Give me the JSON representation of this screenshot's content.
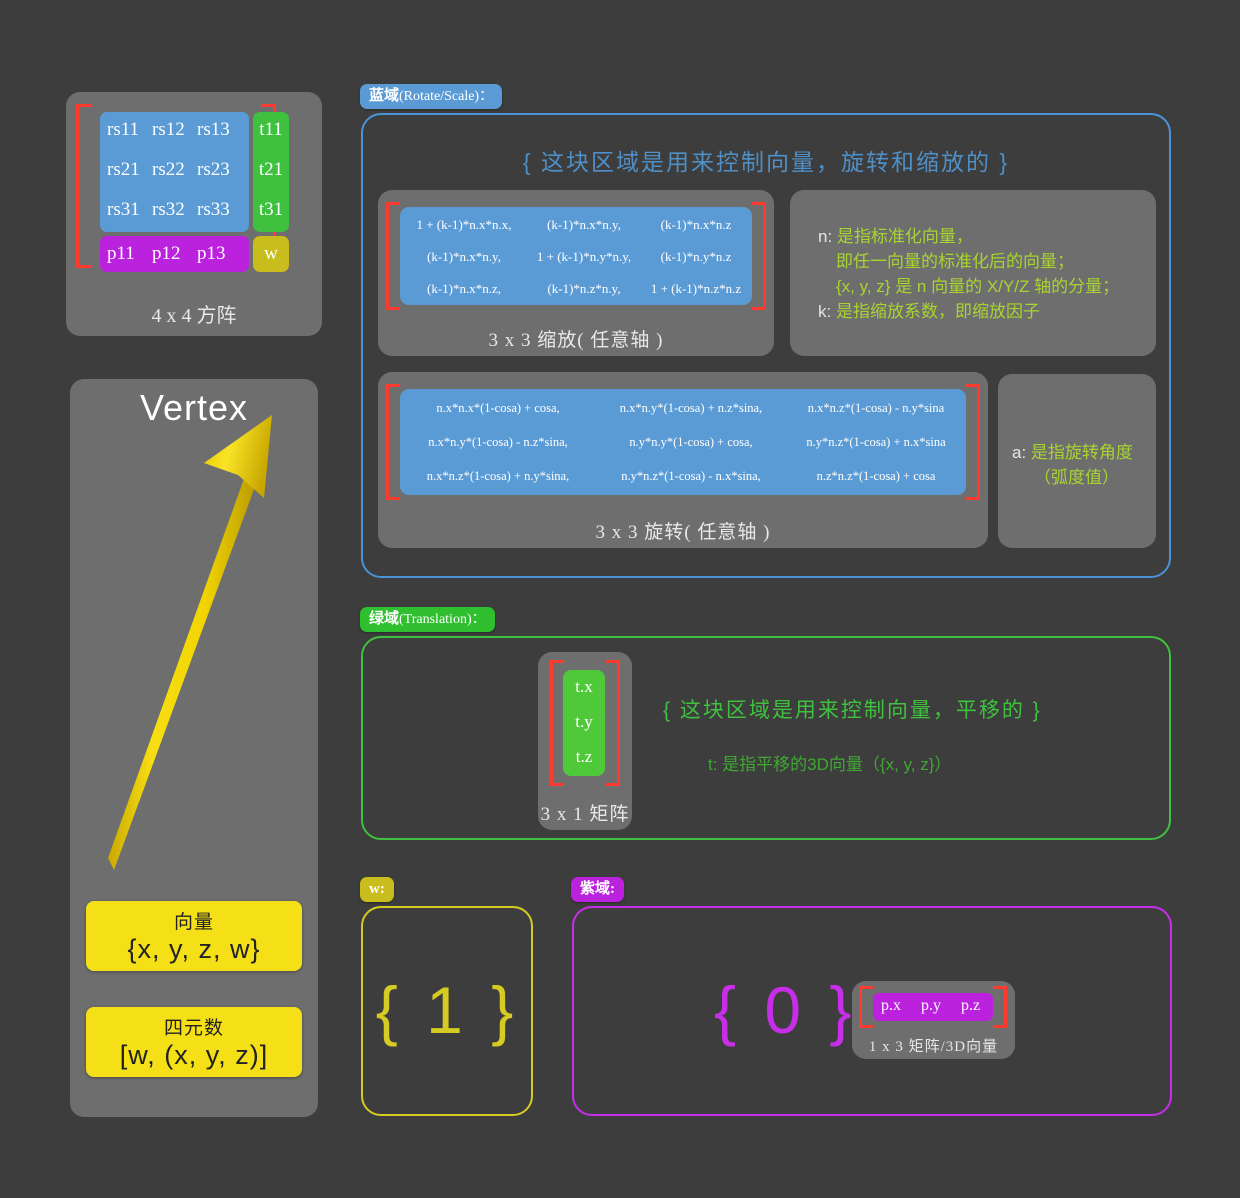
{
  "colors": {
    "background": "#3d3d3d",
    "panel": "#6e6e6e",
    "blue": "#5b9bd5",
    "green": "#3fc13f",
    "purple": "#bb22dd",
    "olive": "#c9bd1e",
    "yellow": "#f5e017",
    "bracket_red": "#ff3b30",
    "legend_text": "#a8d432"
  },
  "matrix44": {
    "rs": [
      "rs11",
      "rs12",
      "rs13",
      "rs21",
      "rs22",
      "rs23",
      "rs31",
      "rs32",
      "rs33"
    ],
    "t": [
      "t11",
      "t21",
      "t31"
    ],
    "p": [
      "p11",
      "p12",
      "p13"
    ],
    "w": "w",
    "caption": "4 x 4 方阵"
  },
  "vertex": {
    "title": "Vertex",
    "boxes": [
      {
        "label": "向量",
        "value": "{x, y, z, w}"
      },
      {
        "label": "四元数",
        "value": "[w, (x, y, z)]"
      }
    ]
  },
  "blue_region": {
    "tag_cn": "蓝域",
    "tag_en": "(Rotate/Scale)：",
    "headline": "{ 这块区域是用来控制向量，旋转和缩放的 }",
    "scale_matrix": {
      "caption": "3 x 3 缩放( 任意轴 )",
      "rows": [
        [
          "1 + (k-1)*n.x*n.x,",
          "(k-1)*n.x*n.y,",
          "(k-1)*n.x*n.z"
        ],
        [
          "(k-1)*n.x*n.y,",
          "1 + (k-1)*n.y*n.y,",
          "(k-1)*n.y*n.z"
        ],
        [
          "(k-1)*n.x*n.z,",
          "(k-1)*n.z*n.y,",
          "1 + (k-1)*n.z*n.z"
        ]
      ]
    },
    "rotate_matrix": {
      "caption": "3 x 3 旋转( 任意轴 )",
      "rows": [
        [
          "n.x*n.x*(1-cosa) + cosa,",
          "n.x*n.y*(1-cosa) + n.z*sina,",
          "n.x*n.z*(1-cosa) - n.y*sina"
        ],
        [
          "n.x*n.y*(1-cosa) - n.z*sina,",
          "n.y*n.y*(1-cosa) + cosa,",
          "n.y*n.z*(1-cosa) + n.x*sina"
        ],
        [
          "n.x*n.z*(1-cosa) + n.y*sina,",
          "n.y*n.z*(1-cosa) - n.x*sina,",
          "n.z*n.z*(1-cosa) + cosa"
        ]
      ]
    },
    "legend_nk": [
      {
        "key": "n:",
        "text": "是指标准化向量，"
      },
      {
        "key": "",
        "text": "即任一向量的标准化后的向量；"
      },
      {
        "key": "",
        "text": "{x, y, z} 是 n 向量的 X/Y/Z 轴的分量；"
      },
      {
        "key": "k:",
        "text": "是指缩放系数，即缩放因子"
      }
    ],
    "legend_a": [
      {
        "key": "a:",
        "text": "是指旋转角度"
      },
      {
        "key": "",
        "text": "（弧度值）"
      }
    ]
  },
  "green_region": {
    "tag_cn": "绿域",
    "tag_en": "(Translation)：",
    "headline": "{ 这块区域是用来控制向量，平移的 }",
    "subline": "t: 是指平移的3D向量（{x, y, z}）",
    "t_matrix": {
      "cells": [
        "t.x",
        "t.y",
        "t.z"
      ],
      "caption": "3 x 1 矩阵"
    }
  },
  "w_region": {
    "tag": "w:",
    "value": "{ 1 }"
  },
  "purple_region": {
    "tag": "紫域:",
    "value": "{ 0 }",
    "p_matrix": {
      "cells": [
        "p.x",
        "p.y",
        "p.z"
      ],
      "caption": "1 x 3 矩阵/3D向量"
    }
  }
}
